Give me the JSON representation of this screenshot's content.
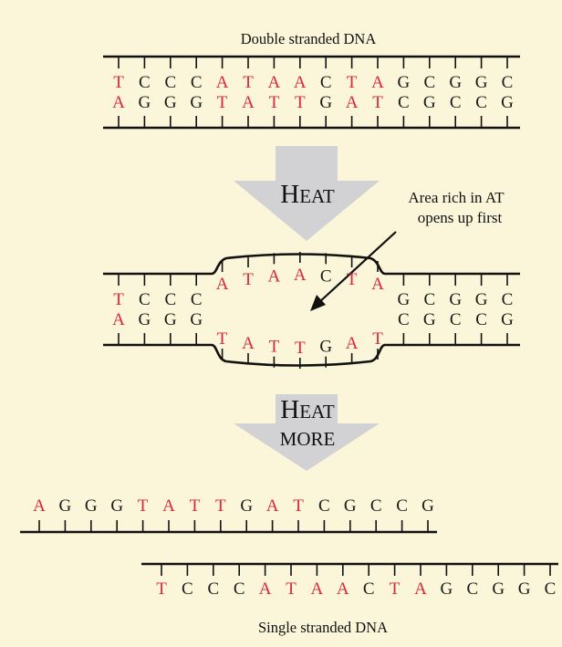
{
  "colors": {
    "background": "#fbf6d9",
    "at_base": "#d9263b",
    "gc_base": "#1a1a1a",
    "arrow_fill": "#d2d2d4",
    "line": "#111111"
  },
  "labels": {
    "double_stranded": "Double stranded DNA",
    "single_stranded": "Single stranded DNA",
    "heat": "Heat",
    "heat_more_line1": "Heat",
    "heat_more_line2": "more",
    "annotation_line1": "Area rich in AT",
    "annotation_line2": "opens up first"
  },
  "sequences": {
    "top_strand": [
      "T",
      "C",
      "C",
      "C",
      "A",
      "T",
      "A",
      "A",
      "C",
      "T",
      "A",
      "G",
      "C",
      "G",
      "G",
      "C"
    ],
    "bottom_strand": [
      "A",
      "G",
      "G",
      "G",
      "T",
      "A",
      "T",
      "T",
      "G",
      "A",
      "T",
      "C",
      "G",
      "C",
      "C",
      "G"
    ]
  }
}
